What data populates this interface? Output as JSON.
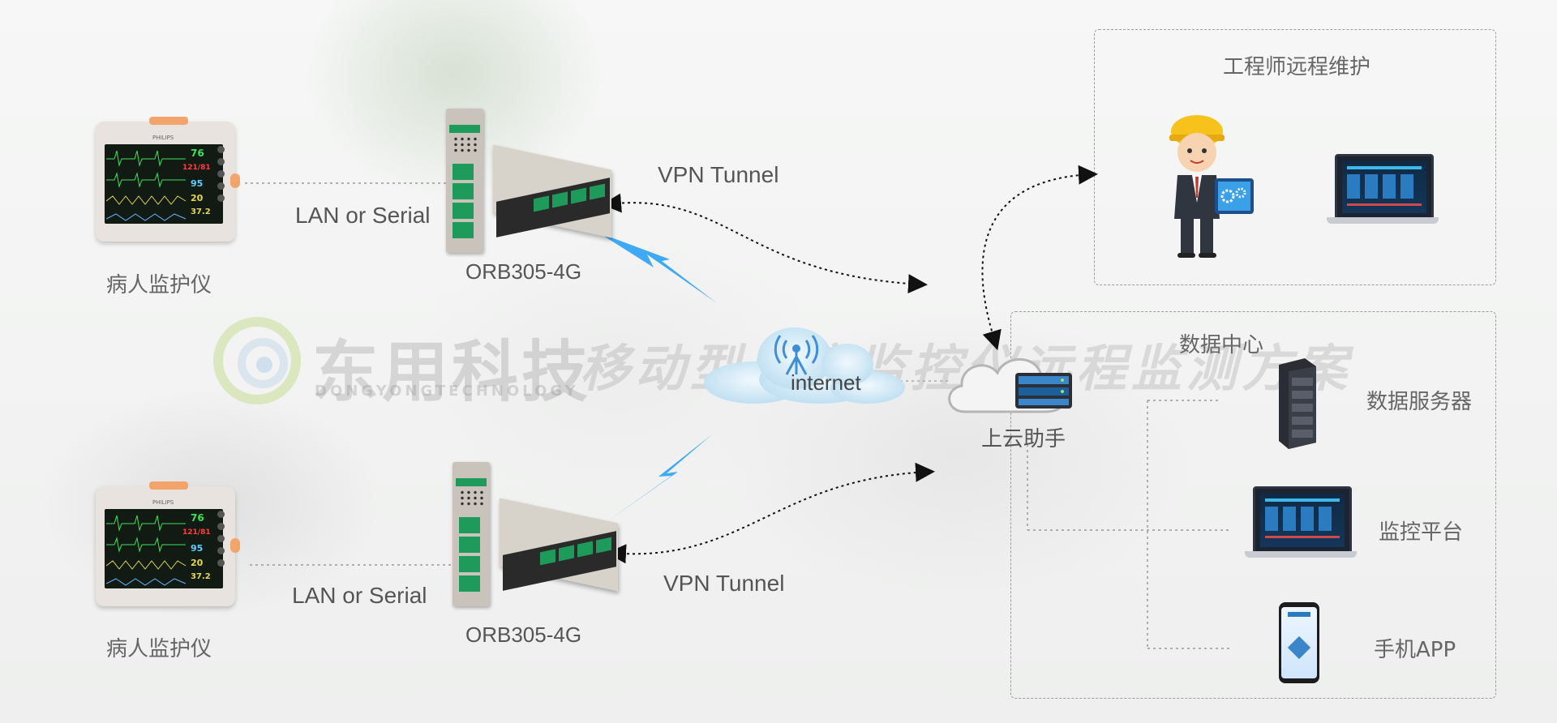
{
  "patient_monitor": {
    "label": "病人监护仪",
    "brand": "PHILIPS",
    "readings": [
      "76",
      "121/81",
      "95",
      "20",
      "37.2"
    ]
  },
  "links": {
    "lan_serial": "LAN or Serial",
    "vpn": "VPN Tunnel"
  },
  "router": {
    "model": "ORB305-4G"
  },
  "internet": {
    "label": "internet"
  },
  "cloud_helper": {
    "label": "上云助手"
  },
  "remote_maintenance": {
    "title": "工程师远程维护"
  },
  "data_center": {
    "title": "数据中心",
    "items": [
      {
        "label": "数据服务器",
        "icon": "server-icon"
      },
      {
        "label": "监控平台",
        "icon": "laptop-dashboard-icon"
      },
      {
        "label": "手机APP",
        "icon": "phone-app-icon"
      }
    ]
  },
  "watermark": {
    "brand": "东用科技",
    "brand_en": "DONGYONGTECHNOLOGY",
    "slogan": "移动型床旁监控仪远程监测方案"
  },
  "colors": {
    "accent_blue": "#3fa9f5",
    "router_green": "#1e9b5a",
    "dashed_line": "#999999"
  }
}
